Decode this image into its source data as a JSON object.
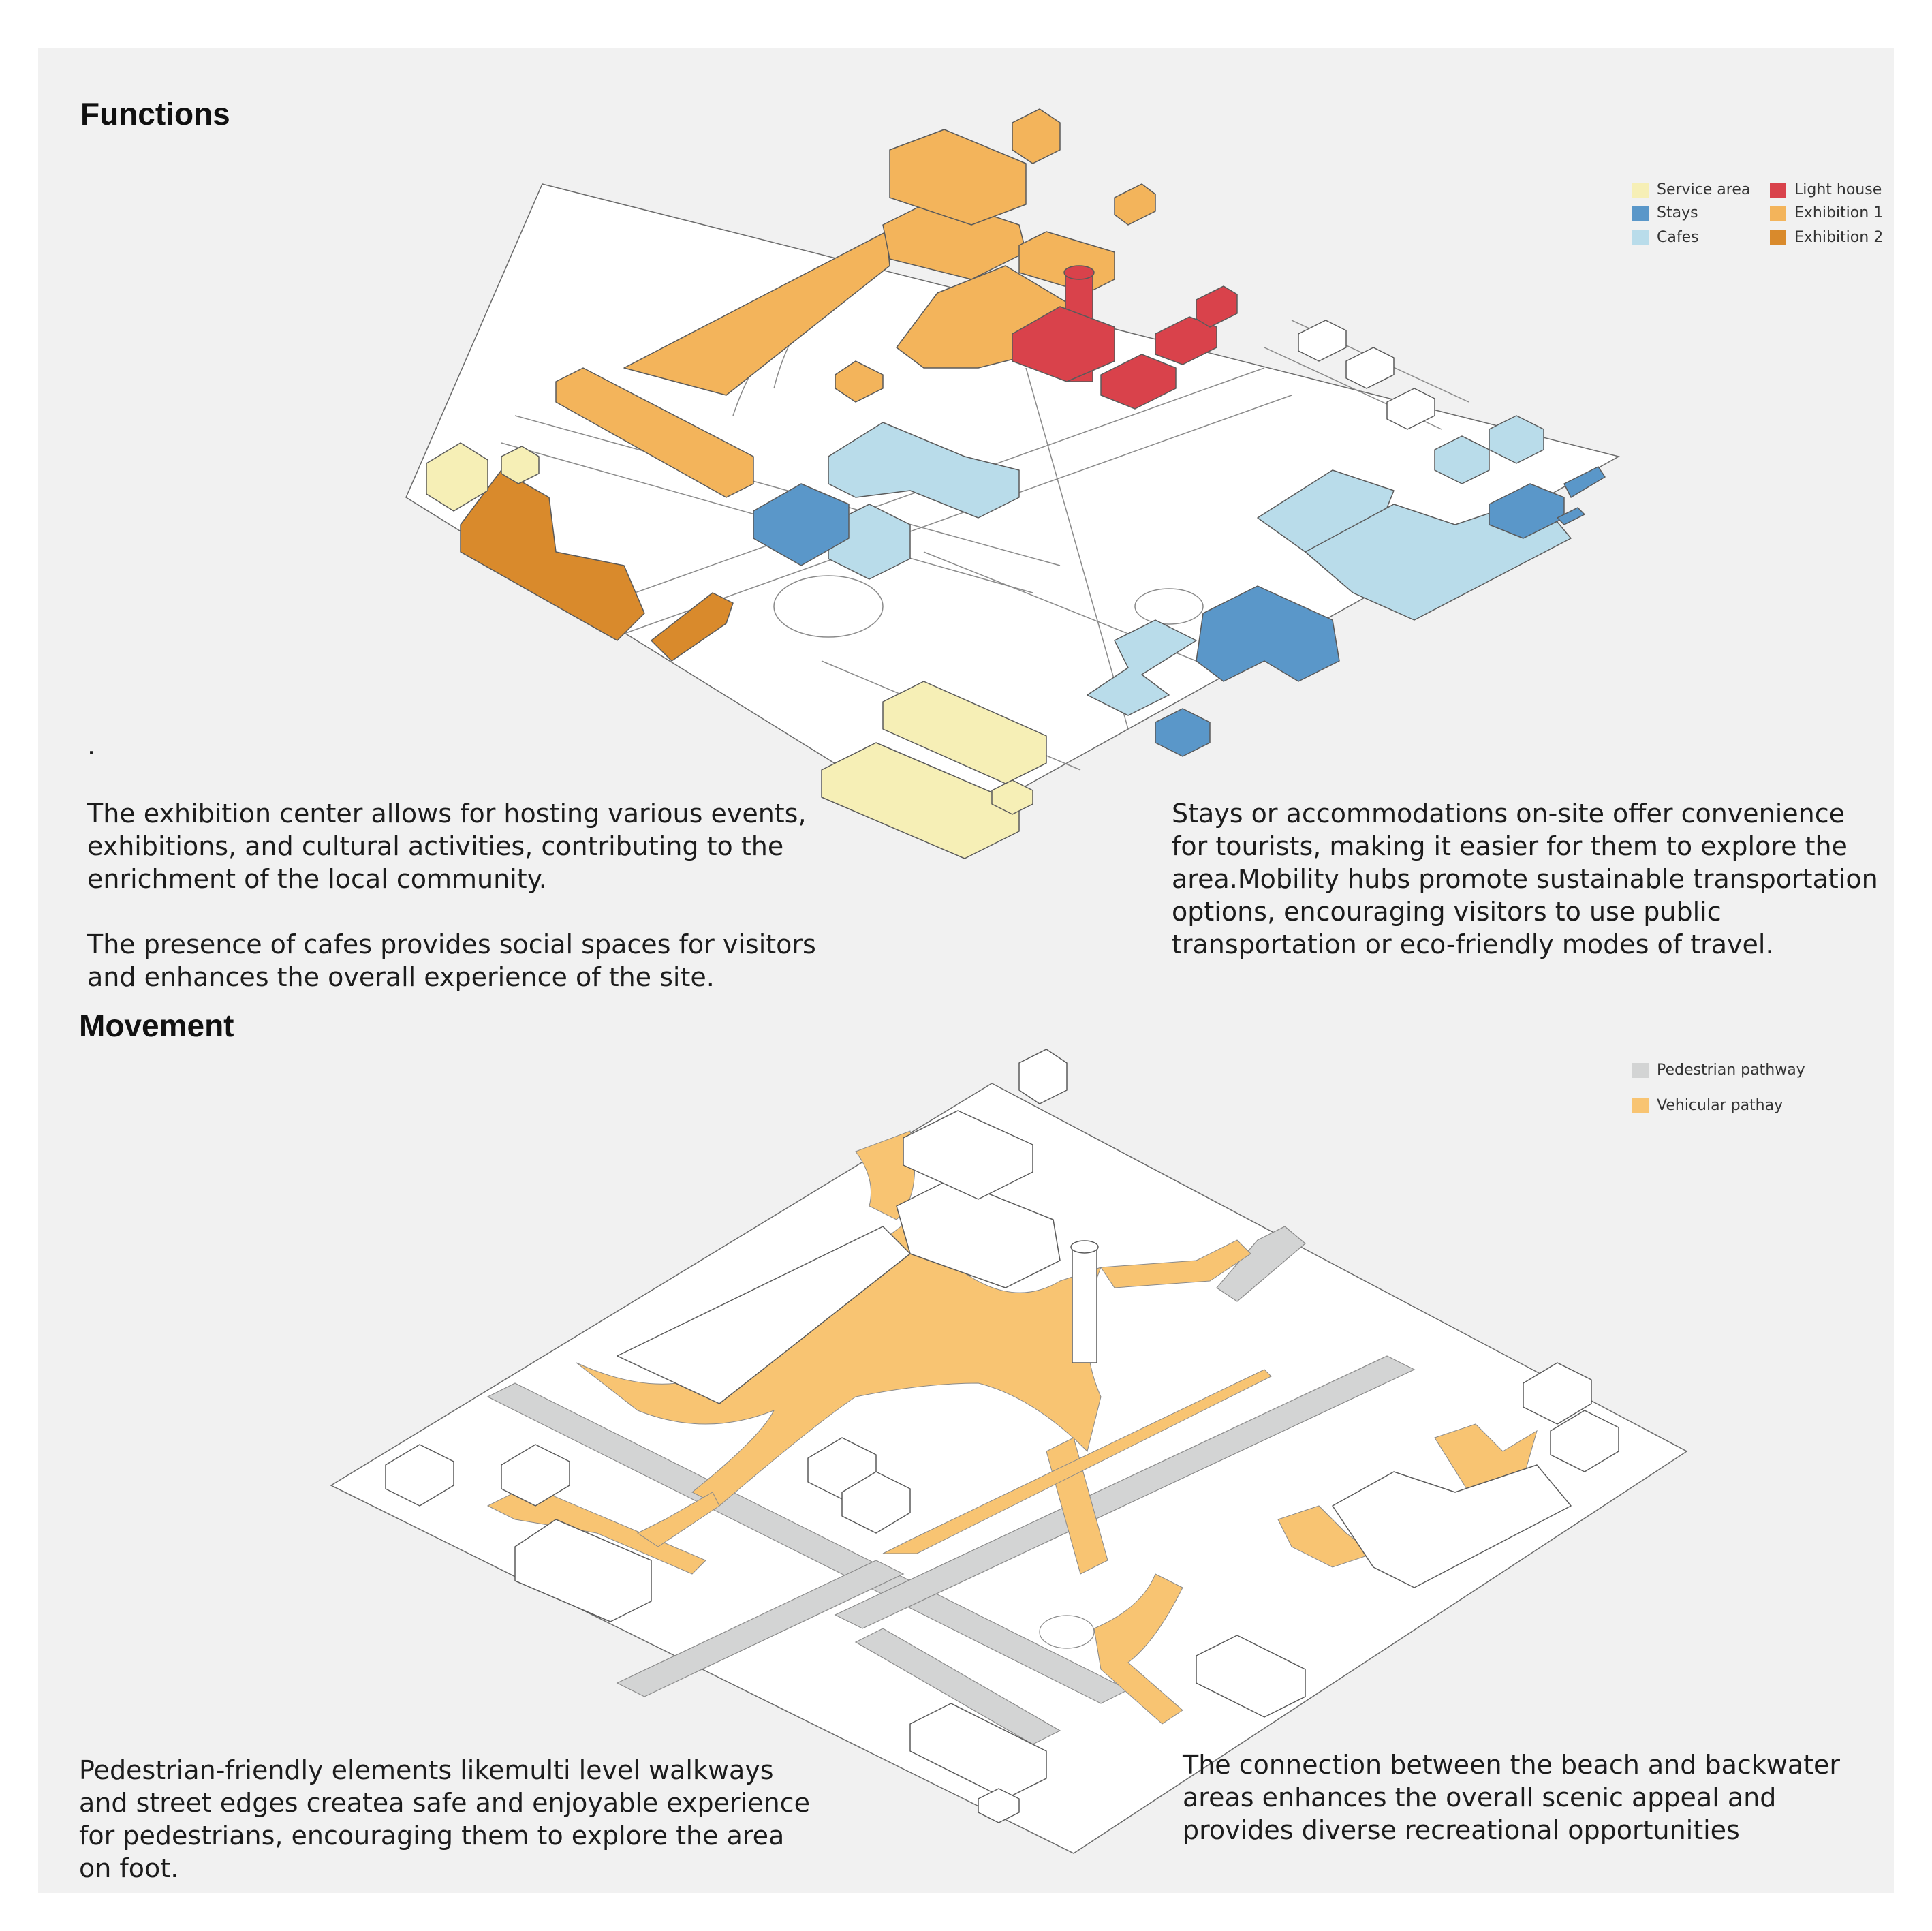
{
  "functions": {
    "title": "Functions",
    "stray_mark": ".",
    "legend": [
      {
        "label": "Service area",
        "color": "#f6efb6"
      },
      {
        "label": "Stays",
        "color": "#5a97c9"
      },
      {
        "label": "Cafes",
        "color": "#b9dcea"
      },
      {
        "label": "Light house",
        "color": "#d9424b"
      },
      {
        "label": "Exhibition 1",
        "color": "#f3b45b"
      },
      {
        "label": "Exhibition 2",
        "color": "#d98a2c"
      }
    ],
    "paragraph_left_1": "The exhibition center allows for hosting various events, exhibitions, and cultural activities, contributing to the enrichment of the local community.",
    "paragraph_left_2": "The presence of cafes provides social spaces for visitors and enhances the overall experience of the site.",
    "paragraph_right": "Stays or accommodations on-site offer convenience for tourists, making it easier for them to explore the area.Mobility hubs promote sustainable transportation options, encouraging visitors to use public transportation or eco-friendly modes of travel."
  },
  "movement": {
    "title": "Movement",
    "legend": [
      {
        "label": "Pedestrian pathway",
        "color": "#d3d4d4"
      },
      {
        "label": "Vehicular pathay",
        "color": "#f8c472"
      }
    ],
    "paragraph_left": "Pedestrian-friendly elements likemulti level walkways and street edges createa safe and enjoyable experience for pedestrians, encouraging them to explore the area on foot.",
    "paragraph_right": "The connection between the beach and backwater areas enhances the overall scenic appeal and provides diverse recreational opportunities"
  }
}
